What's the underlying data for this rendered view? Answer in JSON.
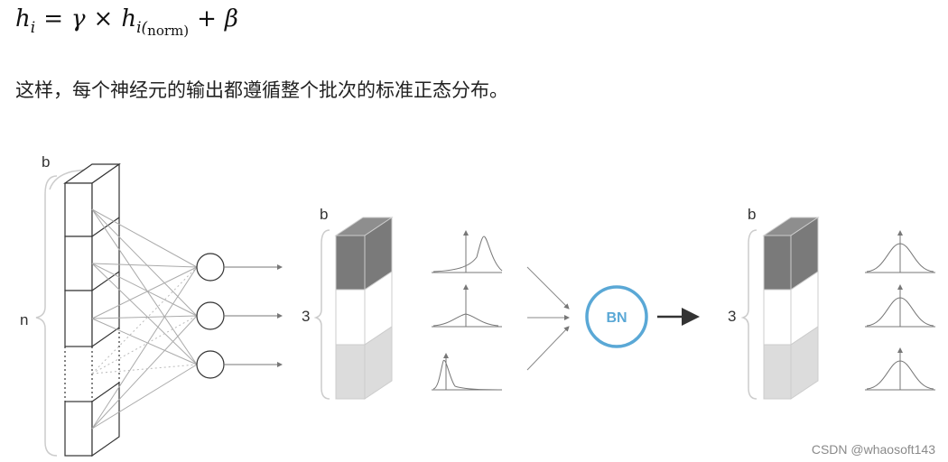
{
  "formula": {
    "lhs_var": "h",
    "lhs_sub": "i",
    "eq": "=",
    "gamma": "γ",
    "times": "×",
    "h2_var": "h",
    "h2_sub_i": "i(",
    "h2_sub_norm": " norm ",
    "h2_sub_close": ")",
    "plus": "+",
    "beta": "β"
  },
  "sentence": "这样，每个神经元的输出都遵循整个批次的标准正态分布。",
  "diagram": {
    "input_label_b": "b",
    "input_label_n": "n",
    "mid_label_b": "b",
    "mid_label_3": "3",
    "bn_label": "BN",
    "right_label_b": "b",
    "right_label_3": "3",
    "colors": {
      "dark_block": "#7a7a7a",
      "light_block": "#dcdcdc",
      "bn_circle": "#5aa8d6",
      "lines": "#999999"
    }
  },
  "watermark": "CSDN @whaosoft143"
}
